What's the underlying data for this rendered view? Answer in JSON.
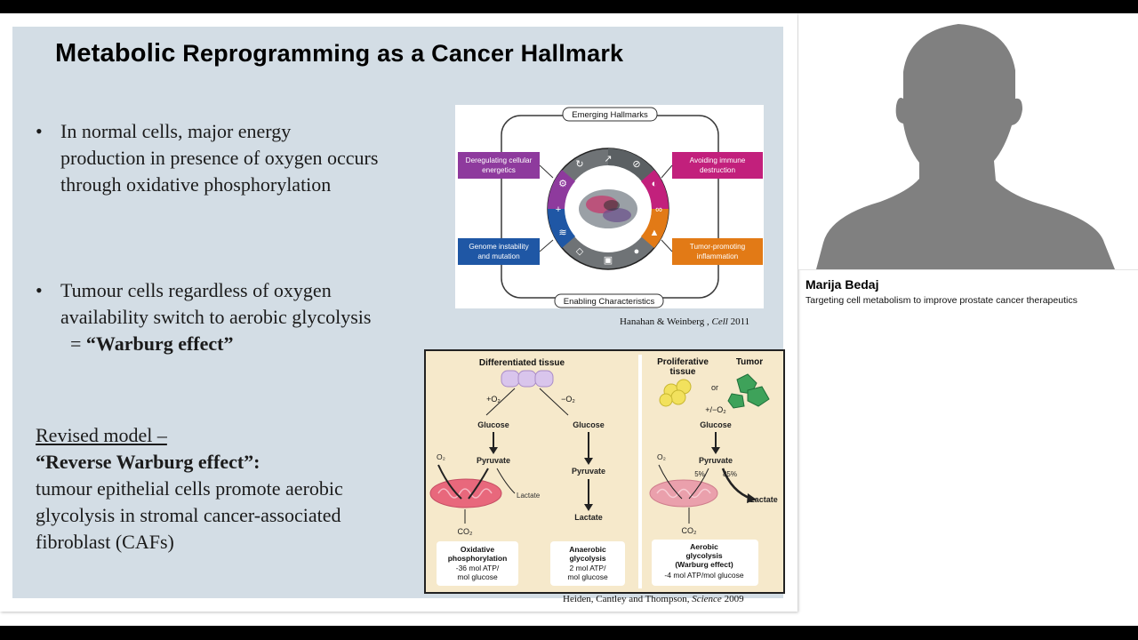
{
  "slide": {
    "title_part1": "Metabolic",
    "title_part2": "Reprogramming as a Cancer Hallmark",
    "bullet_char": "•",
    "bullets": [
      {
        "text": "In normal cells, major energy production in presence of oxygen occurs through oxidative phosphorylation"
      },
      {
        "text_start": "Tumour cells regardless of oxygen availability switch to aerobic glycolysis",
        "text_end": "= ",
        "emphasis": "“Warburg effect”"
      }
    ],
    "revised_heading": "Revised model –",
    "revised_emphasis": "“Reverse Warburg effect”:",
    "revised_body": "tumour epithelial cells promote aerobic glycolysis in stromal cancer-associated fibroblast (CAFs)",
    "citation1_text": "Hanahan & Weinberg , ",
    "citation1_journal": "Cell",
    "citation1_year": " 2011",
    "citation2_text": "Heiden, Cantley and Thompson, ",
    "citation2_journal": "Science",
    "citation2_year": " 2009"
  },
  "figure_hallmarks": {
    "top_label": "Emerging Hallmarks",
    "bottom_label": "Enabling Characteristics",
    "box_deregulating": [
      "Deregulating cellular",
      "energetics"
    ],
    "box_immune": [
      "Avoiding immune",
      "destruction"
    ],
    "box_genome": [
      "Genome instability",
      "and mutation"
    ],
    "box_inflammation": [
      "Tumor-promoting",
      "inflammation"
    ],
    "colors": {
      "purple": "#8e3a9d",
      "magenta": "#c2207c",
      "blue": "#1f57a5",
      "orange": "#e27a16",
      "ring": "#6f7376"
    }
  },
  "figure_warburg": {
    "differentiated": "Differentiated tissue",
    "proliferative": [
      "Proliferative",
      "tissue"
    ],
    "tumor": "Tumor",
    "or": "or",
    "plus_o2": "+O₂",
    "minus_o2": "−O₂",
    "plusminus_o2": "+/−O₂",
    "glucose": "Glucose",
    "pyruvate": "Pyruvate",
    "lactate": "Lactate",
    "o2": "O₂",
    "co2": "CO₂",
    "pct5": "5%",
    "pct85": "85%",
    "box_oxphos": [
      "Oxidative",
      "phosphorylation",
      "-36 mol ATP/",
      "mol glucose"
    ],
    "box_anaerobic": [
      "Anaerobic",
      "glycolysis",
      "2 mol ATP/",
      "mol glucose"
    ],
    "box_aerobic": [
      "Aerobic",
      "glycolysis",
      "(Warburg effect)",
      "-4 mol ATP/mol glucose"
    ]
  },
  "presenter": {
    "name": "Marija Bedaj",
    "subtitle": "Targeting cell metabolism to improve prostate cancer therapeutics"
  }
}
